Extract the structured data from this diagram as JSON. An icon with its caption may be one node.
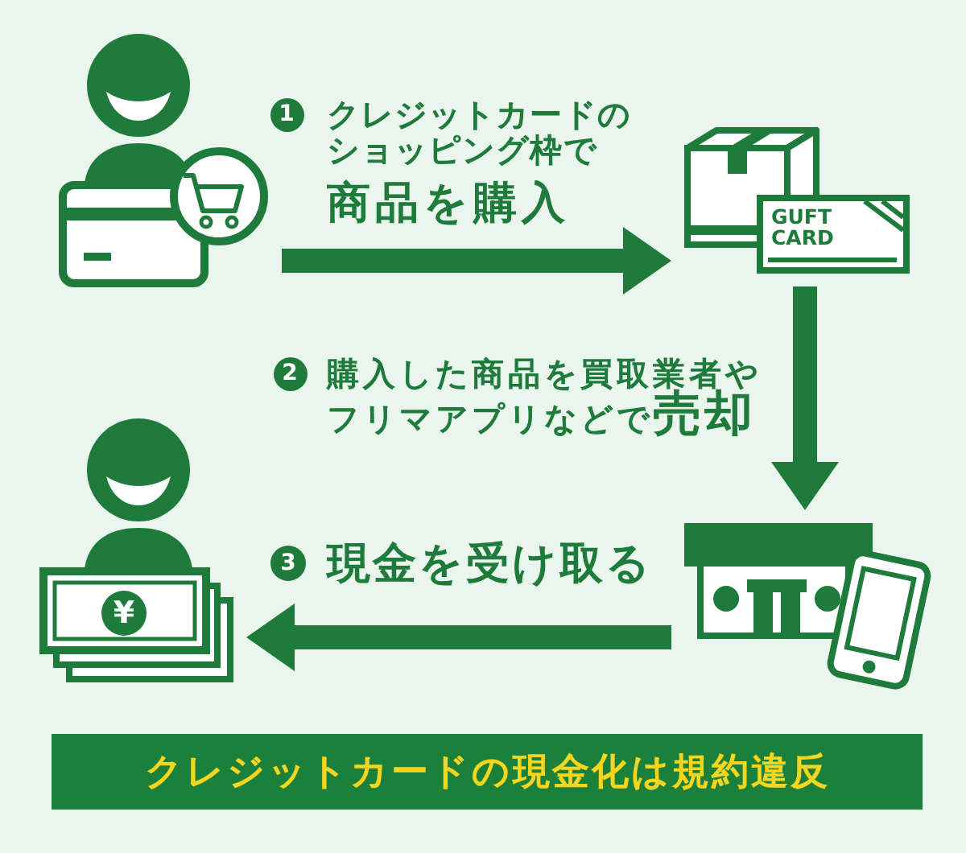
{
  "diagram": {
    "nodes": [
      {
        "text": [],
        "shape": "picture"
      },
      {
        "text": [],
        "shape": "picture"
      },
      {
        "text": [],
        "shape": "picture"
      },
      {
        "text": [],
        "shape": "picture"
      },
      {
        "text": [
          "クレジットカードの現金化は規約違反"
        ]
      }
    ],
    "edges": [
      {
        "from": 0,
        "to": 1,
        "arrow": "to",
        "label": "クレジットカードのショッピング枠で**商品を購入**"
      },
      {
        "from": 1,
        "to": 2,
        "arrow": "to",
        "label": "購入した商品を買取業者やフリマアプリなどで**売却**"
      },
      {
        "from": 2,
        "to": 3,
        "arrow": "to",
        "label": "現金を受け取る"
      }
    ],
    "labels": [
      "1",
      "GUFT CARD",
      "2",
      "3",
      "¥"
    ]
  }
}
